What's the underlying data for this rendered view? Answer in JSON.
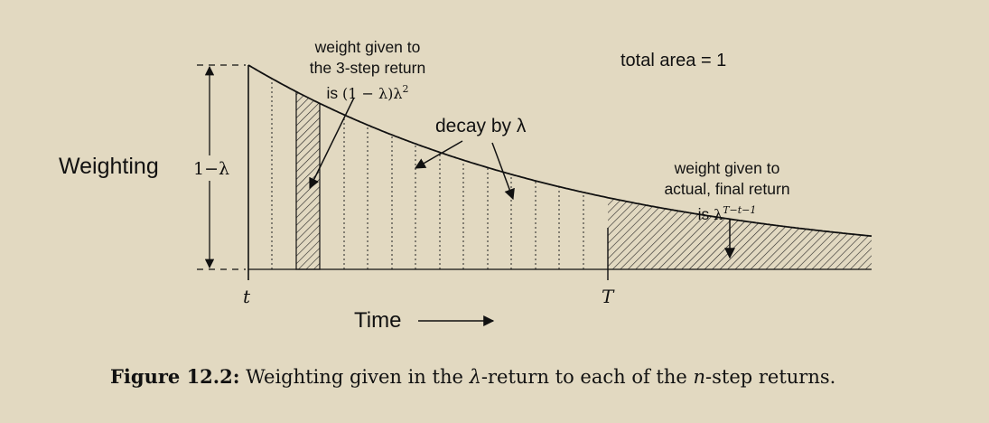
{
  "diagram": {
    "y_axis_label": "Weighting",
    "y_tick_label": "1−λ",
    "x_axis_label": "Time",
    "t_label": "t",
    "T_label": "T",
    "total_area_label": "total area = 1",
    "annotation_3step": {
      "line1": "weight given to",
      "line2": "the 3-step return",
      "line3_prefix": "is ",
      "line3_math": "(1 − λ)λ",
      "line3_sup": "2"
    },
    "decay_label": "decay by λ",
    "annotation_final": {
      "line1": "weight given to",
      "line2": "actual, final return",
      "line3_prefix": "is ",
      "line3_math": "λ",
      "line3_sup": "T−t−1"
    },
    "icons": [
      "arrow-right-icon",
      "double-arrow-icon"
    ],
    "colors": {
      "background": "#e2d9c1",
      "ink": "#111111"
    }
  },
  "caption": {
    "label": "Figure 12.2:",
    "text_before": " Weighting given in the ",
    "lambda": "λ",
    "text_middle": "-return to each of the ",
    "n": "n",
    "text_after": "-step returns."
  }
}
